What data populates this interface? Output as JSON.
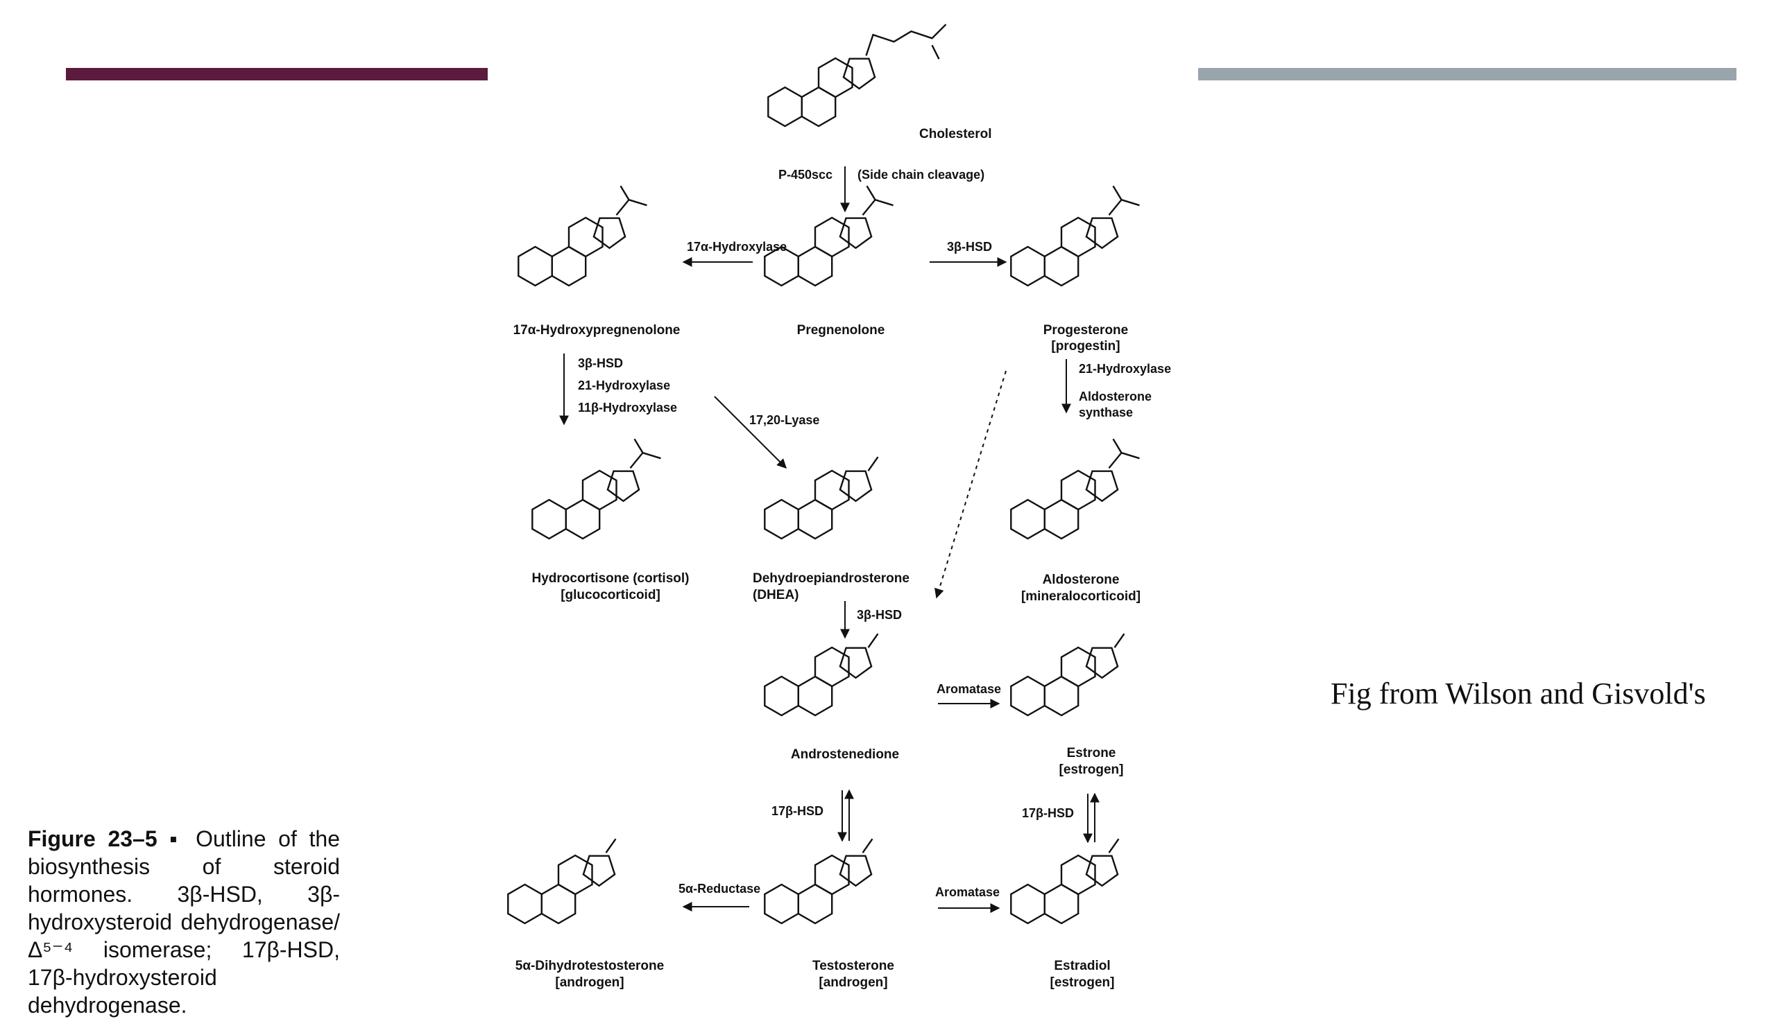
{
  "slide": {
    "source_note": "Fig from Wilson and Gisvold's",
    "caption": {
      "number": "Figure 23–5",
      "bullet": "▪",
      "text": "Outline of the biosynthesis of steroid hormones. 3β-HSD, 3β-hydroxysteroid dehydrogenase/Δ⁵⁻⁴ isomerase; 17β-HSD, 17β-hydroxysteroid dehydrogenase."
    },
    "colors": {
      "left_bar": "#5c1a3c",
      "right_bar": "#9aa4ab"
    }
  },
  "compounds": {
    "cholesterol": [
      "Cholesterol"
    ],
    "pregnenolone": [
      "Pregnenolone"
    ],
    "hydroxypregnenolone": [
      "17α-Hydroxypregnenolone"
    ],
    "progesterone": [
      "Progesterone",
      "[progestin]"
    ],
    "cortisol": [
      "Hydrocortisone (cortisol)",
      "[glucocorticoid]"
    ],
    "dhea": [
      "Dehydroepiandrosterone",
      "(DHEA)"
    ],
    "aldosterone": [
      "Aldosterone",
      "[mineralocorticoid]"
    ],
    "androstenedione": [
      "Androstenedione"
    ],
    "estrone": [
      "Estrone",
      "[estrogen]"
    ],
    "dht": [
      "5α-Dihydrotestosterone",
      "[androgen]"
    ],
    "testosterone": [
      "Testosterone",
      "[androgen]"
    ],
    "estradiol": [
      "Estradiol",
      "[estrogen]"
    ]
  },
  "enzymes": {
    "p450scc": "P-450scc",
    "side_chain": "(Side chain cleavage)",
    "hydroxylase17a": "17α-Hydroxylase",
    "hsd3b_top": "3β-HSD",
    "hsd3b_left": "3β-HSD",
    "hydroxylase21_left": "21-Hydroxylase",
    "hydroxylase11b": "11β-Hydroxylase",
    "lyase": "17,20-Lyase",
    "hydroxylase21_right": "21-Hydroxylase",
    "aldosterone_synthase": [
      "Aldosterone",
      "synthase"
    ],
    "hsd3b_dhea": "3β-HSD",
    "aromatase_top": "Aromatase",
    "hsd17b_left": "17β-HSD",
    "hsd17b_right": "17β-HSD",
    "reductase": "5α-Reductase",
    "aromatase_bottom": "Aromatase"
  }
}
